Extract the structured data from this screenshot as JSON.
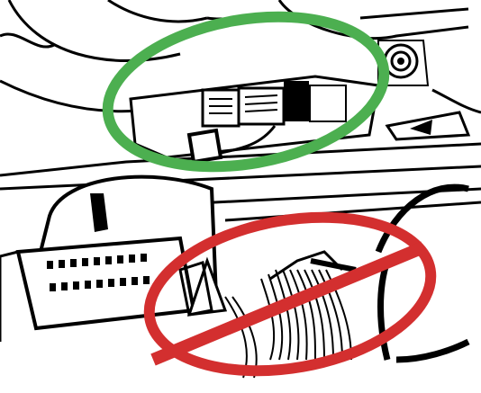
{
  "colors": {
    "background": "#ffffff",
    "line_art": "#000000",
    "correct_marker": "#4caf50",
    "prohibited_marker": "#d32f2f"
  },
  "markers": [
    {
      "kind": "correct-location-ellipse",
      "color_name": "green"
    },
    {
      "kind": "prohibited-location-circle-slash",
      "color_name": "red"
    }
  ],
  "icons": [
    "obd-connector-line-art",
    "wire-harness-line-art",
    "dashboard-panel-line-art"
  ]
}
